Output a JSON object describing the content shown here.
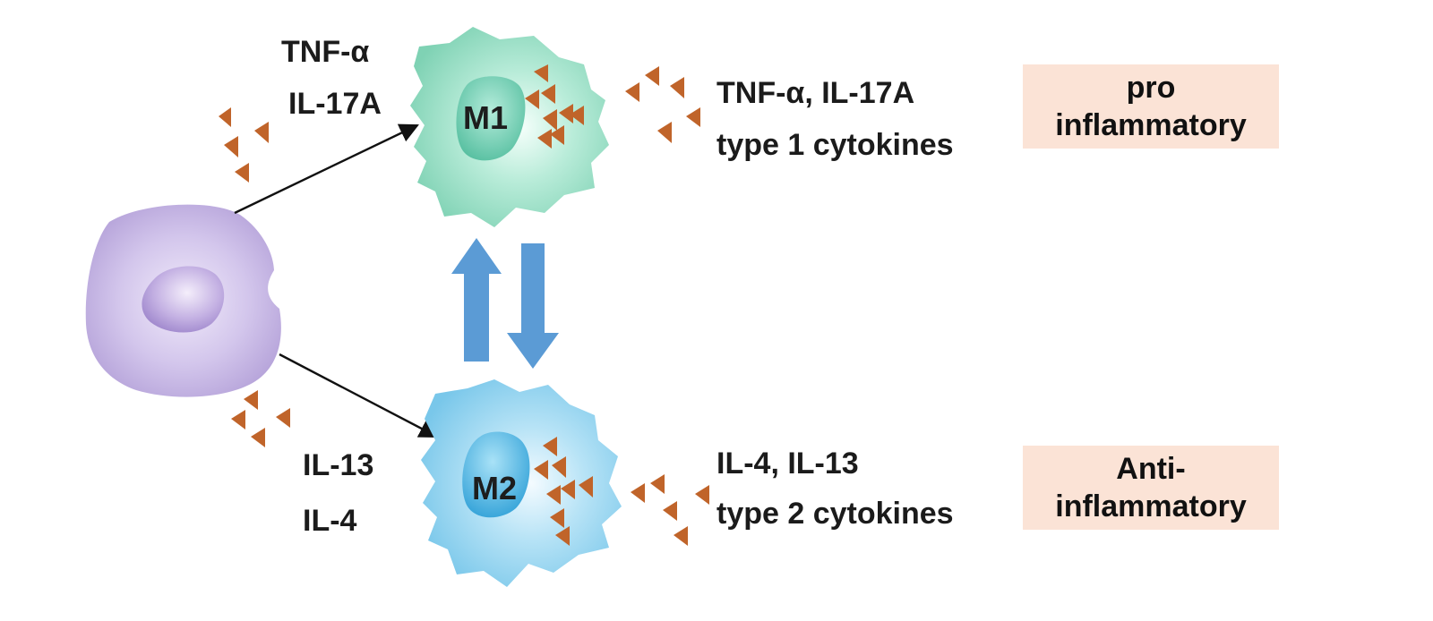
{
  "colors": {
    "naive_cell": "#c6b6e3",
    "m1_cell": "#9de0c8",
    "m2_cell": "#9cd6f1",
    "cytokine": "#c0642a",
    "interconversion_arrow": "#5b9bd5",
    "box_fill": "#fbe3d6"
  },
  "cells": {
    "m1": {
      "label": "M1"
    },
    "m2": {
      "label": "M2"
    }
  },
  "inputs": {
    "m1": [
      "TNF-α",
      "IL-17A"
    ],
    "m2": [
      "IL-13",
      "IL-4"
    ]
  },
  "outputs": {
    "m1": [
      "TNF-α, IL-17A",
      "type 1 cytokines"
    ],
    "m2": [
      "IL-4, IL-13",
      "type 2 cytokines"
    ]
  },
  "phenotype_boxes": {
    "pro": [
      "pro",
      "inflammatory"
    ],
    "anti": [
      "Anti-",
      "inflammatory"
    ]
  }
}
